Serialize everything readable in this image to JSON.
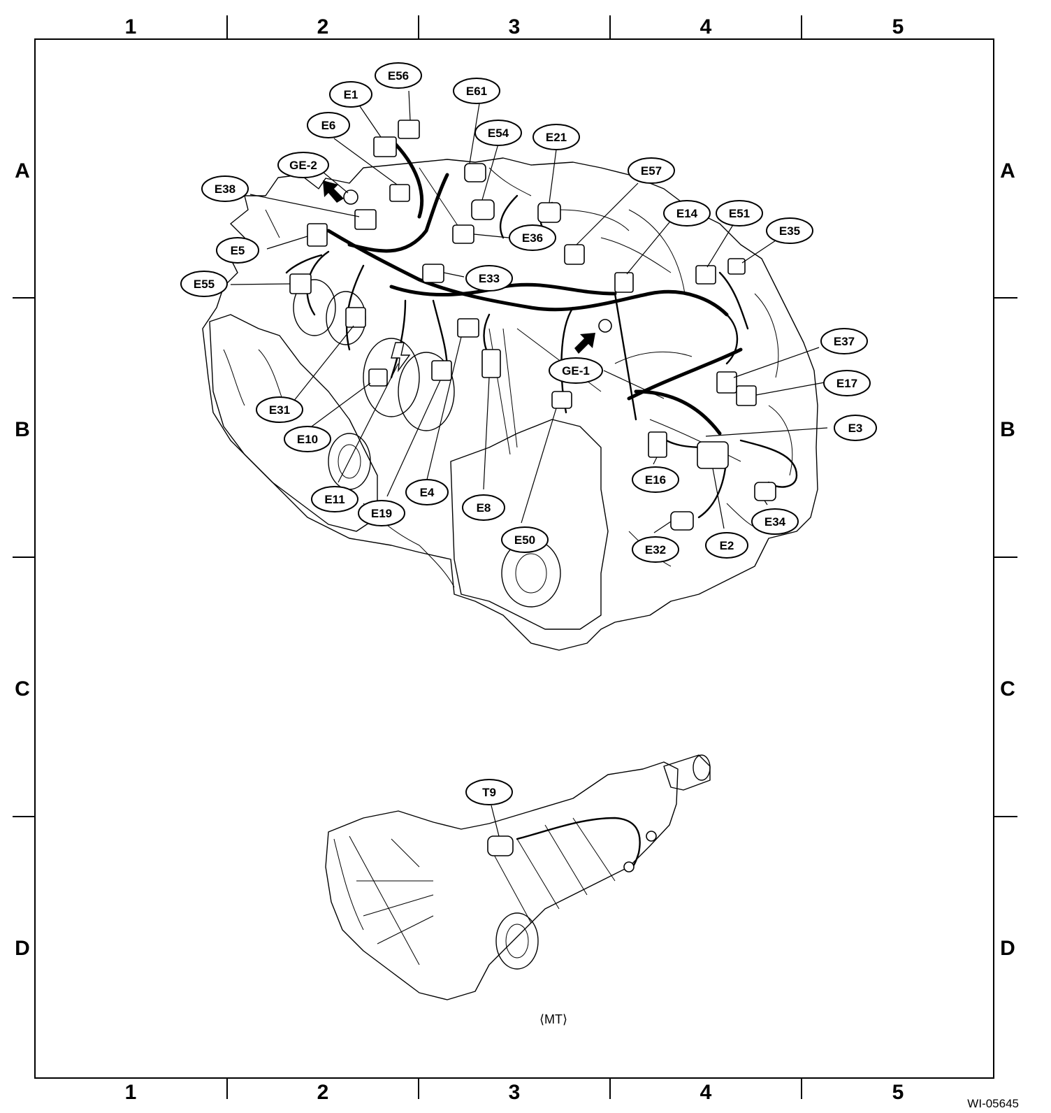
{
  "grid": {
    "columns": [
      "1",
      "2",
      "3",
      "4",
      "5"
    ],
    "rows": [
      "A",
      "B",
      "C",
      "D"
    ]
  },
  "callouts": [
    {
      "id": "e56",
      "label": "E56"
    },
    {
      "id": "e1",
      "label": "E1"
    },
    {
      "id": "e61",
      "label": "E61"
    },
    {
      "id": "e6",
      "label": "E6"
    },
    {
      "id": "e54",
      "label": "E54"
    },
    {
      "id": "e21",
      "label": "E21"
    },
    {
      "id": "ge2",
      "label": "GE-2"
    },
    {
      "id": "e57",
      "label": "E57"
    },
    {
      "id": "e38",
      "label": "E38"
    },
    {
      "id": "e14",
      "label": "E14"
    },
    {
      "id": "e51",
      "label": "E51"
    },
    {
      "id": "e35",
      "label": "E35"
    },
    {
      "id": "e36",
      "label": "E36"
    },
    {
      "id": "e5",
      "label": "E5"
    },
    {
      "id": "e55",
      "label": "E55"
    },
    {
      "id": "e33",
      "label": "E33"
    },
    {
      "id": "e37",
      "label": "E37"
    },
    {
      "id": "ge1",
      "label": "GE-1"
    },
    {
      "id": "e17",
      "label": "E17"
    },
    {
      "id": "e31",
      "label": "E31"
    },
    {
      "id": "e3",
      "label": "E3"
    },
    {
      "id": "e10",
      "label": "E10"
    },
    {
      "id": "e16",
      "label": "E16"
    },
    {
      "id": "e4",
      "label": "E4"
    },
    {
      "id": "e11",
      "label": "E11"
    },
    {
      "id": "e8",
      "label": "E8"
    },
    {
      "id": "e34",
      "label": "E34"
    },
    {
      "id": "e19",
      "label": "E19"
    },
    {
      "id": "e50",
      "label": "E50"
    },
    {
      "id": "e2",
      "label": "E2"
    },
    {
      "id": "e32",
      "label": "E32"
    },
    {
      "id": "t9",
      "label": "T9"
    }
  ],
  "caption": "⟨MT⟩",
  "document_code": "WI-05645"
}
